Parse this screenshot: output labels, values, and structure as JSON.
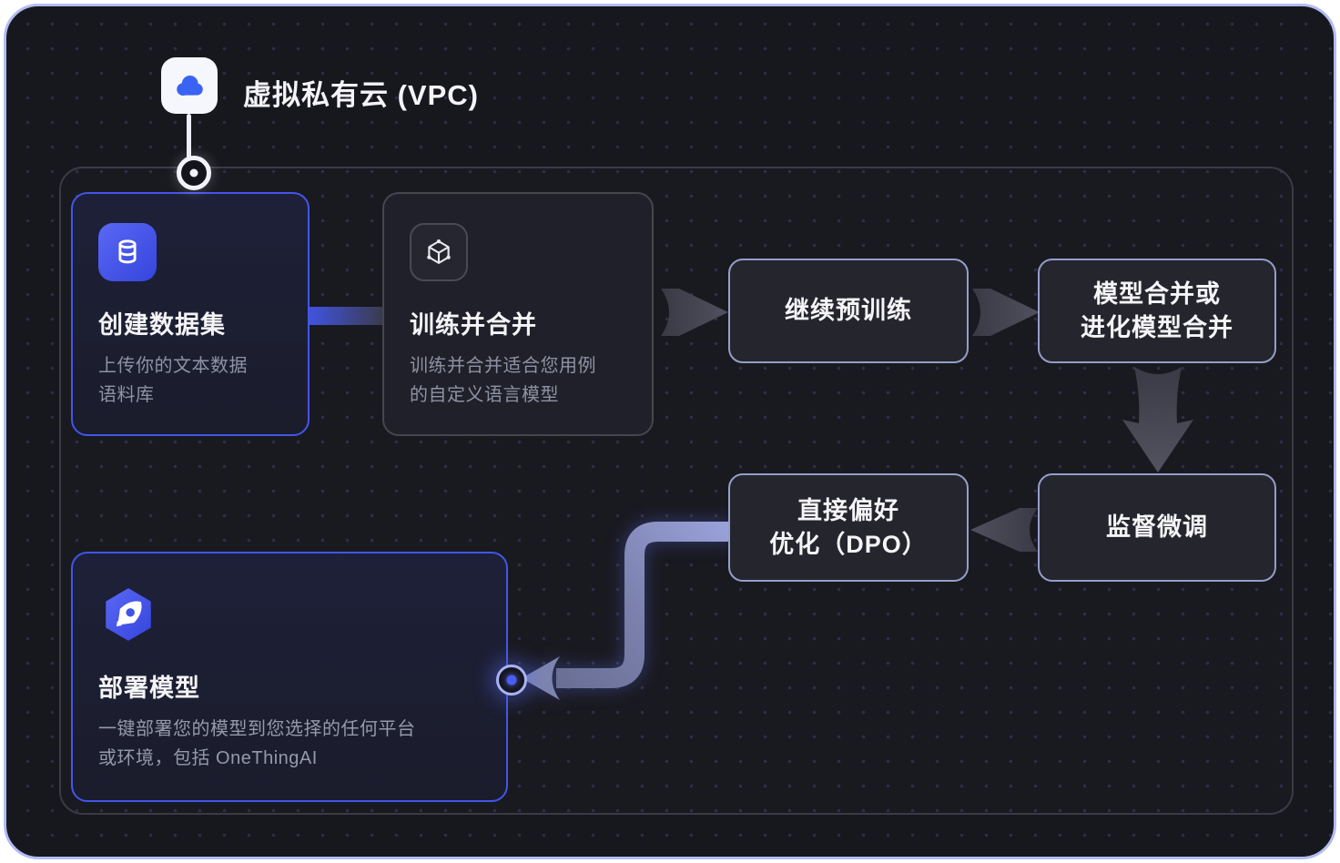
{
  "vpc": {
    "label": "虚拟私有云 (VPC)",
    "icon": "cloud-icon"
  },
  "colors": {
    "background": "#17171e",
    "outer_border": "#b2bcf2",
    "accent_blue": "#4356ea",
    "gray_border": "#46464f",
    "flow_border": "#959ec9",
    "text_primary": "#f4f4f7",
    "text_secondary": "#8e92a3"
  },
  "cards": {
    "dataset": {
      "icon": "database-icon",
      "title": "创建数据集",
      "subtitle_lines": [
        "上传你的文本数据",
        "语料库"
      ]
    },
    "train": {
      "icon": "cube-icon",
      "title": "训练并合并",
      "subtitle_lines": [
        "训练并合并适合您用例",
        "的自定义语言模型"
      ]
    },
    "deploy": {
      "icon": "rocket-icon",
      "title": "部署模型",
      "subtitle_lines": [
        "一键部署您的模型到您选择的任何平台",
        "或环境，包括 OneThingAI"
      ]
    }
  },
  "flow": {
    "pretrain": {
      "lines": [
        "继续预训练"
      ]
    },
    "merge": {
      "lines": [
        "模型合并或",
        "进化模型合并"
      ]
    },
    "sft": {
      "lines": [
        "监督微调"
      ]
    },
    "dpo": {
      "lines": [
        "直接偏好",
        "优化（DPO）"
      ]
    }
  }
}
